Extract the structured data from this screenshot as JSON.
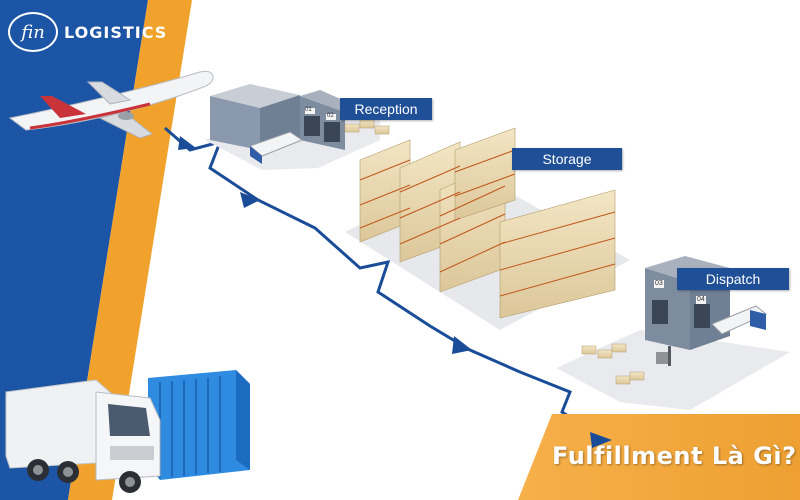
{
  "brand": {
    "logo_mark": "fin",
    "logo_text": "LOGISTICS",
    "color_blue": "#1d55a6",
    "color_orange": "#f0a22c"
  },
  "stages": [
    {
      "label": "Reception"
    },
    {
      "label": "Storage"
    },
    {
      "label": "Dispatch"
    }
  ],
  "dock_numbers": {
    "reception": [
      "01",
      "02"
    ],
    "dispatch": [
      "03",
      "04"
    ]
  },
  "title": "Fulfillment Là Gì?",
  "icons": [
    "airplane-icon",
    "truck-icon",
    "container-icon",
    "warehouse-icon",
    "forklift-icon"
  ]
}
